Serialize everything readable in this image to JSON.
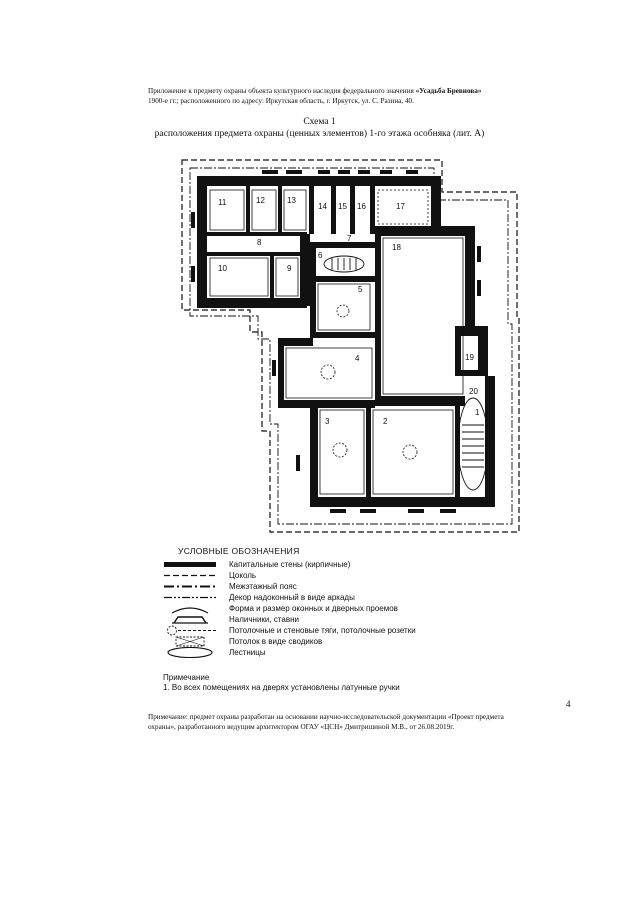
{
  "header": {
    "line1_prefix": "Приложение к предмету охраны объекта культурного наследия федерального значения",
    "line1_bold": "«Усадьба Бревнова»",
    "line2": "1900-е гг.; расположенного по адресу: Иркутская область, г. Иркутск, ул. С. Разина, 40."
  },
  "title": {
    "line1": "Схема 1",
    "line2": "расположения предмета охраны (ценных элементов) 1-го этажа особняка (лит. А)"
  },
  "plan": {
    "rooms": [
      "1",
      "2",
      "3",
      "4",
      "5",
      "6",
      "7",
      "8",
      "9",
      "10",
      "11",
      "12",
      "13",
      "14",
      "15",
      "16",
      "17",
      "18",
      "19",
      "20"
    ]
  },
  "legend": {
    "title": "УСЛОВНЫЕ ОБОЗНАЧЕНИЯ",
    "items": [
      {
        "icon": "wall-symbol",
        "label": "Капитальные стены (кирпичные)"
      },
      {
        "icon": "plinth-symbol",
        "label": "Цоколь"
      },
      {
        "icon": "belt-symbol",
        "label": "Межэтажный пояс"
      },
      {
        "icon": "arcade-decor-symbol",
        "label": "Декор надоконный в виде аркады"
      },
      {
        "icon": "opening-symbol",
        "label": "Форма и размер оконных и дверных проемов"
      },
      {
        "icon": "shutter-symbol",
        "label": "Наличники, ставни"
      },
      {
        "icon": "rosette-symbol",
        "label": "Потолочные и стеновые тяги, потолочные розетки"
      },
      {
        "icon": "vault-symbol",
        "label": "Потолок в виде сводиков"
      },
      {
        "icon": "stairs-symbol",
        "label": "Лестницы"
      }
    ]
  },
  "note": {
    "title": "Примечание",
    "text": "1. Во всех помещениях на дверях установлены латунные ручки"
  },
  "page_number": "4",
  "footer": {
    "line1": "Примечание: предмет охраны разработан на основании научно-исследовательской документации «Проект предмета",
    "line2": "охраны», разработанного ведущим архитектором ОГАУ «ЦСН» Дмитришиной М.В., от 26.08.2019г."
  }
}
